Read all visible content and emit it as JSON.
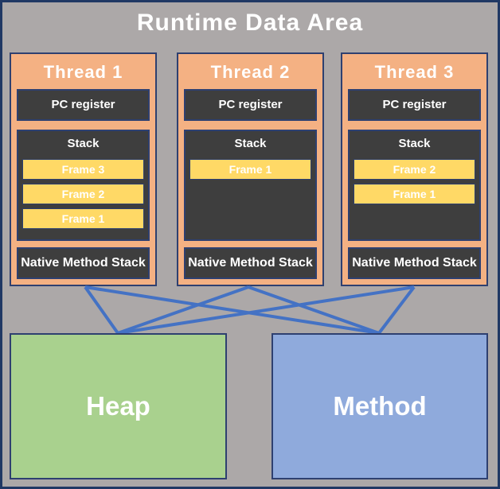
{
  "title": "Runtime Data Area",
  "threads": [
    {
      "label": "Thread 1",
      "pc_register_label": "PC register",
      "stack_label": "Stack",
      "frames": [
        "Frame 3",
        "Frame 2",
        "Frame 1"
      ],
      "native_stack_label": "Native Method Stack"
    },
    {
      "label": "Thread 2",
      "pc_register_label": "PC register",
      "stack_label": "Stack",
      "frames": [
        "Frame 1"
      ],
      "native_stack_label": "Native Method Stack"
    },
    {
      "label": "Thread 3",
      "pc_register_label": "PC register",
      "stack_label": "Stack",
      "frames": [
        "Frame 2",
        "Frame 1"
      ],
      "native_stack_label": "Native Method Stack"
    }
  ],
  "memory_areas": [
    {
      "label": "Heap"
    },
    {
      "label": "Method"
    }
  ],
  "colors": {
    "background_gray": "#ACA8A8",
    "thread_fill": "#F4B183",
    "dark_box_fill": "#3E3E3E",
    "frame_fill": "#FFD966",
    "heap_fill": "#A9D18E",
    "method_fill": "#8FAADC",
    "connector_blue": "#4472C4",
    "border_navy": "#2E4070",
    "outer_border_navy": "#203864",
    "text_white": "#FFFFFF"
  }
}
